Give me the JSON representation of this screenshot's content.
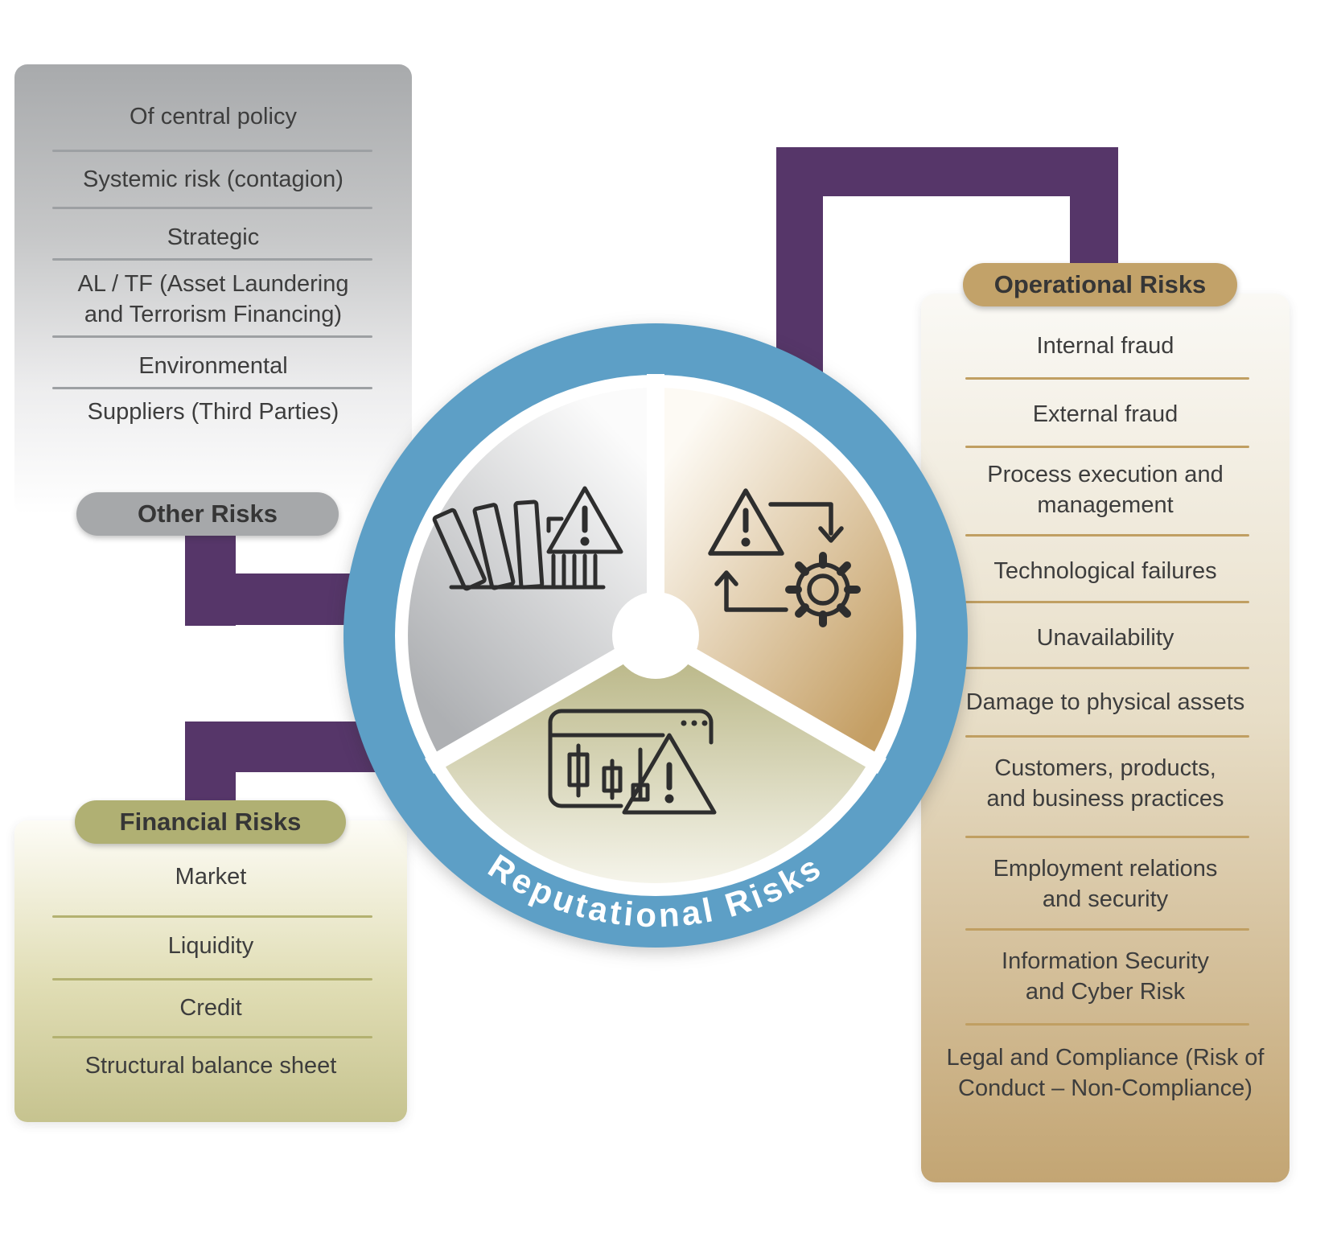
{
  "center": {
    "label": "Reputational Risks"
  },
  "panels": {
    "other": {
      "title": "Other Risks",
      "items": [
        "Of central policy",
        "Systemic risk (contagion)",
        "Strategic",
        "AL / TF (Asset Laundering\nand Terrorism Financing)",
        "Environmental",
        "Suppliers (Third Parties)"
      ]
    },
    "financial": {
      "title": "Financial Risks",
      "items": [
        "Market",
        "Liquidity",
        "Credit",
        "Structural balance sheet"
      ]
    },
    "operational": {
      "title": "Operational Risks",
      "items": [
        "Internal fraud",
        "External fraud",
        "Process execution and\nmanagement",
        "Technological failures",
        "Unavailability",
        "Damage to physical assets",
        "Customers, products,\nand business practices",
        "Employment relations\nand security",
        "Information Security\nand Cyber Risk",
        "Legal and Compliance (Risk of\nConduct – Non-Compliance)"
      ]
    }
  },
  "icons": {
    "gray_wedge": "falling-books-institution-warning-icon",
    "tan_wedge": "process-cycle-gear-warning-icon",
    "olive_wedge": "market-chart-warning-icon"
  },
  "colors": {
    "ring_blue": "#5d9fc6",
    "connector_purple": "#563669",
    "other_gray": "#a6a8aa",
    "financial_olive": "#b0b073",
    "operational_tan": "#c2a269",
    "text_dark": "#3d3d3d"
  }
}
